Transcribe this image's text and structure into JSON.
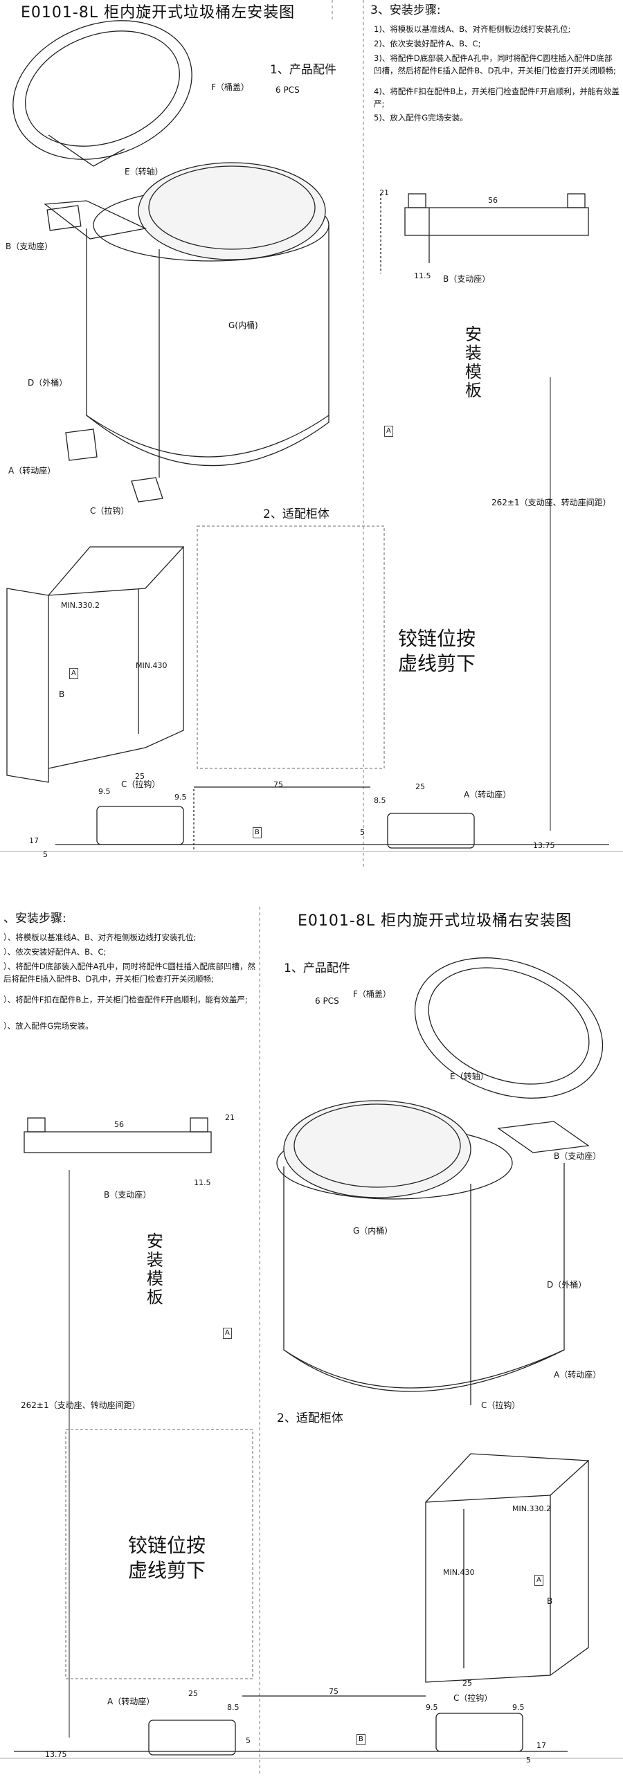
{
  "left_sheet": {
    "title": "E0101-8L 柜内旋开式垃圾桶左安装图",
    "section1": "1、产品配件",
    "pcs": "6 PCS",
    "section2": "2、适配柜体",
    "section3": "3、安装步骤:",
    "steps": [
      "1)、将模板以基准线A、B、对齐柜侧板边线打安装孔位;",
      "2)、依次安装好配件A、B、C;",
      "3)、将配件D底部装入配件A孔中，同时将配件C圆柱插入配件D底部凹槽，然后将配件E插入配件B、D孔中，开关柜门检查打开关闭顺畅;",
      "4)、将配件F扣在配件B上，开关柜门检查配件F开启顺利，并能有效盖严;",
      "5)、放入配件G完场安装。"
    ],
    "labels": {
      "F": "F（桶盖）",
      "E": "E（转轴）",
      "B": "B（支动座）",
      "G": "G(内桶)",
      "D": "D（外桶）",
      "A": "A（转动座）",
      "C": "C（拉钩）",
      "template_B": "B（支动座）",
      "cut_text": "铰链位按\n虚线剪下",
      "template_title": "安装模板",
      "spacing": "262±1（支动座、转动座间距）",
      "bottom_C": "C（拉钩）",
      "bottom_A": "A（转动座）",
      "marker_A": "A",
      "marker_B": "B"
    },
    "dims": {
      "d21": "21",
      "d56": "56",
      "d11_5": "11.5",
      "min330": "MIN.330.2",
      "min430": "MIN.430",
      "d25a": "25",
      "d9_5a": "9.5",
      "d9_5b": "9.5",
      "d75": "75",
      "d8_5": "8.5",
      "d25b": "25",
      "d17": "17",
      "d5a": "5",
      "d5b": "5",
      "d13_75": "13.75",
      "cab_A": "A",
      "cab_B": "B"
    }
  },
  "right_sheet": {
    "title": "E0101-8L 柜内旋开式垃圾桶右安装图",
    "section1": "1、产品配件",
    "pcs": "6 PCS",
    "section2": "2、适配柜体",
    "section3": "、安装步骤:",
    "steps": [
      "）、将模板以基准线A、B、对齐柜侧板边线打安装孔位;",
      "）、依次安装好配件A、B、C;",
      "）、将配件D底部装入配件A孔中，同时将配件C圆柱插入配底部凹槽，然后将配件E插入配件B、D孔中，开关柜门检查打开关闭顺畅;",
      "）、将配件F扣在配件B上，开关柜门检查配件F开启顺利，能有效盖严;",
      "）、放入配件G完场安装。"
    ],
    "labels": {
      "F": "F（桶盖）",
      "E": "E（转轴）",
      "B": "B（支动座）",
      "G": "G（内桶）",
      "D": "D（外桶）",
      "A": "A（转动座）",
      "C": "C（拉钩）",
      "template_B": "B（支动座）",
      "cut_text": "铰链位按\n虚线剪下",
      "template_title": "安装模板",
      "spacing": "262±1（支动座、转动座间距）",
      "bottom_C": "C（拉钩）",
      "bottom_A": "A（转动座）",
      "marker_A": "A",
      "marker_B": "B"
    },
    "dims": {
      "d21": "21",
      "d56": "56",
      "d11_5": "11.5",
      "min330": "MIN.330.2",
      "min430": "MIN.430",
      "d25a": "25",
      "d8_5": "8.5",
      "d75": "75",
      "d25b": "25",
      "d9_5a": "9.5",
      "d9_5b": "9.5",
      "d17": "17",
      "d5a": "5",
      "d5b": "5",
      "d13_75": "13.75",
      "cab_A": "A",
      "cab_B": "B"
    }
  }
}
